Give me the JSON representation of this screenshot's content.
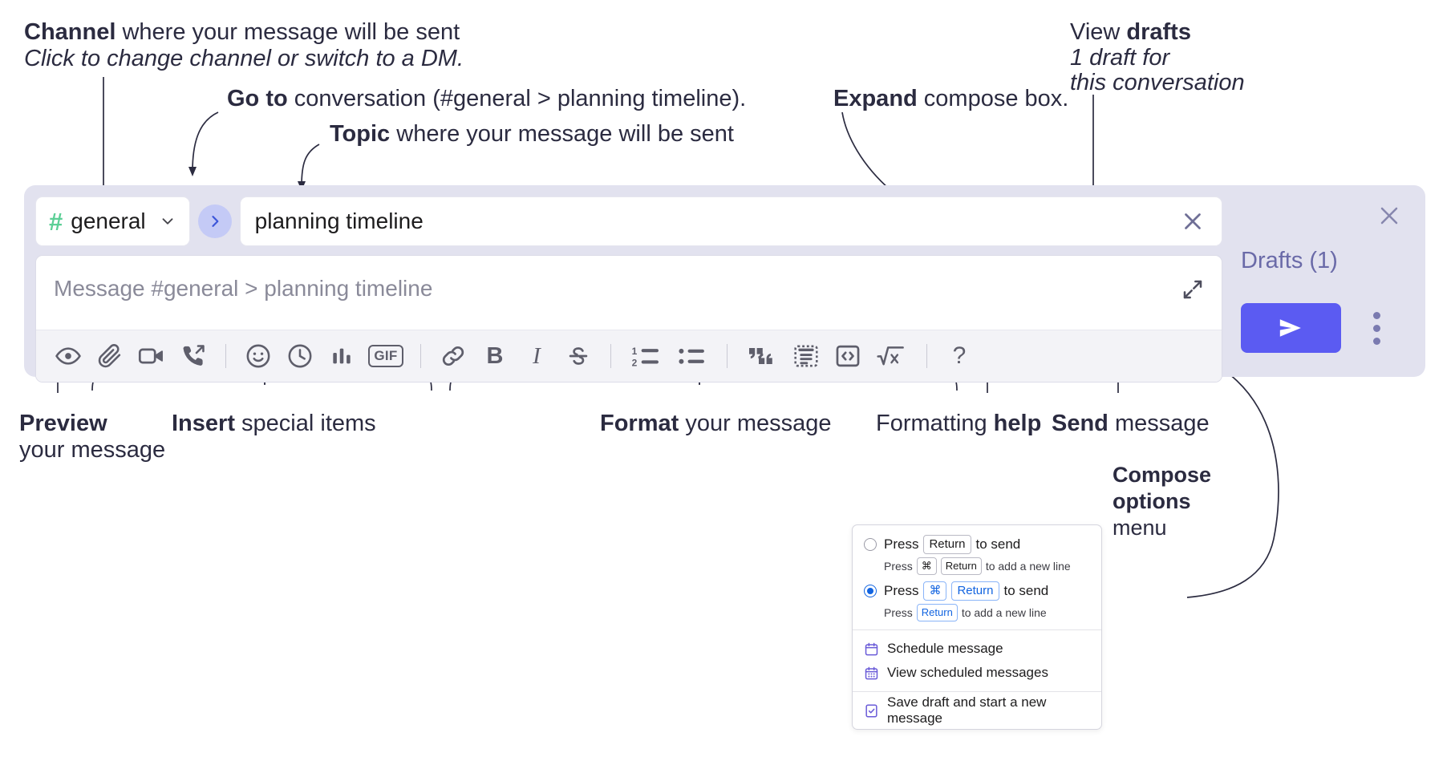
{
  "annotations": {
    "channel": {
      "bold": "Channel",
      "rest": " where your message will be sent",
      "italic": "Click to change channel or switch to a DM."
    },
    "goto": {
      "bold": "Go to",
      "rest": " conversation (#general > planning timeline)."
    },
    "topic": {
      "bold": "Topic",
      "rest": " where your message will be sent"
    },
    "expand": {
      "bold": "Expand",
      "rest": " compose box."
    },
    "drafts": {
      "line1_plain": "View ",
      "line1_bold": "drafts",
      "line2": "1 draft for",
      "line3": "this conversation"
    },
    "preview": {
      "bold": "Preview",
      "line2": "your message"
    },
    "insert": {
      "bold": "Insert",
      "rest": " special items"
    },
    "format": {
      "bold": "Format",
      "rest": " your message"
    },
    "help": {
      "plain": "Formatting ",
      "bold": "help"
    },
    "send": {
      "bold": "Send",
      "rest": " message"
    },
    "compose_options": {
      "line1": "Compose",
      "line2": "options",
      "line3": "menu"
    }
  },
  "compose": {
    "channel_name": "general",
    "channel_hash": "#",
    "topic_value": "planning timeline",
    "message_placeholder": "Message #general > planning timeline",
    "drafts_label": "Drafts (1)",
    "goto_icon": "chevron-right-icon",
    "clear_icon": "close-icon",
    "expand_icon": "expand-arrows-icon",
    "close_icon": "close-icon",
    "send_icon": "paper-plane-icon",
    "kebab_icon": "vertical-dots-icon",
    "accent_send": "#5b5bf2",
    "accent_panel": "#e2e2ef",
    "accent_hash": "#5ccf96",
    "accent_drafts_text": "#6a6aa8",
    "toolbar": [
      {
        "name": "preview-button",
        "icon": "eye-icon",
        "label": "Preview"
      },
      {
        "name": "attach-button",
        "icon": "paperclip-icon",
        "label": "Attach file"
      },
      {
        "name": "video-clip-button",
        "icon": "video-camera-icon",
        "label": "Record video clip"
      },
      {
        "name": "audio-clip-button",
        "icon": "phone-arrow-icon",
        "label": "Record audio clip"
      },
      {
        "name": "separator-1",
        "icon": "separator",
        "label": ""
      },
      {
        "name": "emoji-button",
        "icon": "smiley-icon",
        "label": "Emoji"
      },
      {
        "name": "reminder-button",
        "icon": "clock-icon",
        "label": "Clock"
      },
      {
        "name": "poll-button",
        "icon": "bar-chart-icon",
        "label": "Poll"
      },
      {
        "name": "gif-button",
        "icon": "gif-icon",
        "label": "GIF"
      },
      {
        "name": "separator-2",
        "icon": "separator",
        "label": ""
      },
      {
        "name": "link-button",
        "icon": "link-icon",
        "label": "Link"
      },
      {
        "name": "bold-button",
        "icon": "bold-icon",
        "label": "B"
      },
      {
        "name": "italic-button",
        "icon": "italic-icon",
        "label": "I"
      },
      {
        "name": "strikethrough-button",
        "icon": "strikethrough-icon",
        "label": "S"
      },
      {
        "name": "separator-3",
        "icon": "separator",
        "label": ""
      },
      {
        "name": "ordered-list-button",
        "icon": "numbered-list-icon",
        "label": "Ordered list"
      },
      {
        "name": "bulleted-list-button",
        "icon": "bulleted-list-icon",
        "label": "Bulleted list"
      },
      {
        "name": "separator-4",
        "icon": "separator",
        "label": ""
      },
      {
        "name": "blockquote-button",
        "icon": "quote-icon",
        "label": "Blockquote"
      },
      {
        "name": "code-block-button",
        "icon": "code-block-icon",
        "label": "Code block"
      },
      {
        "name": "code-button",
        "icon": "code-icon",
        "label": "Code"
      },
      {
        "name": "math-button",
        "icon": "square-root-icon",
        "label": "Math"
      },
      {
        "name": "separator-5",
        "icon": "separator",
        "label": ""
      },
      {
        "name": "help-button",
        "icon": "question-mark-icon",
        "label": "?"
      }
    ]
  },
  "options_menu": {
    "option1": {
      "selected": false,
      "main_prefix": "Press",
      "main_key": "Return",
      "main_suffix": "to send",
      "sub_prefix": "Press",
      "sub_key1": "⌘",
      "sub_key2": "Return",
      "sub_suffix": "to add a new line"
    },
    "option2": {
      "selected": true,
      "main_prefix": "Press",
      "main_key1": "⌘",
      "main_key2": "Return",
      "main_suffix": "to send",
      "sub_prefix": "Press",
      "sub_key": "Return",
      "sub_suffix": "to add a new line"
    },
    "items": [
      {
        "label": "Schedule message",
        "icon": "calendar-icon"
      },
      {
        "label": "View scheduled messages",
        "icon": "calendar-grid-icon"
      },
      {
        "label": "Save draft and start a new message",
        "icon": "document-check-icon"
      }
    ]
  }
}
